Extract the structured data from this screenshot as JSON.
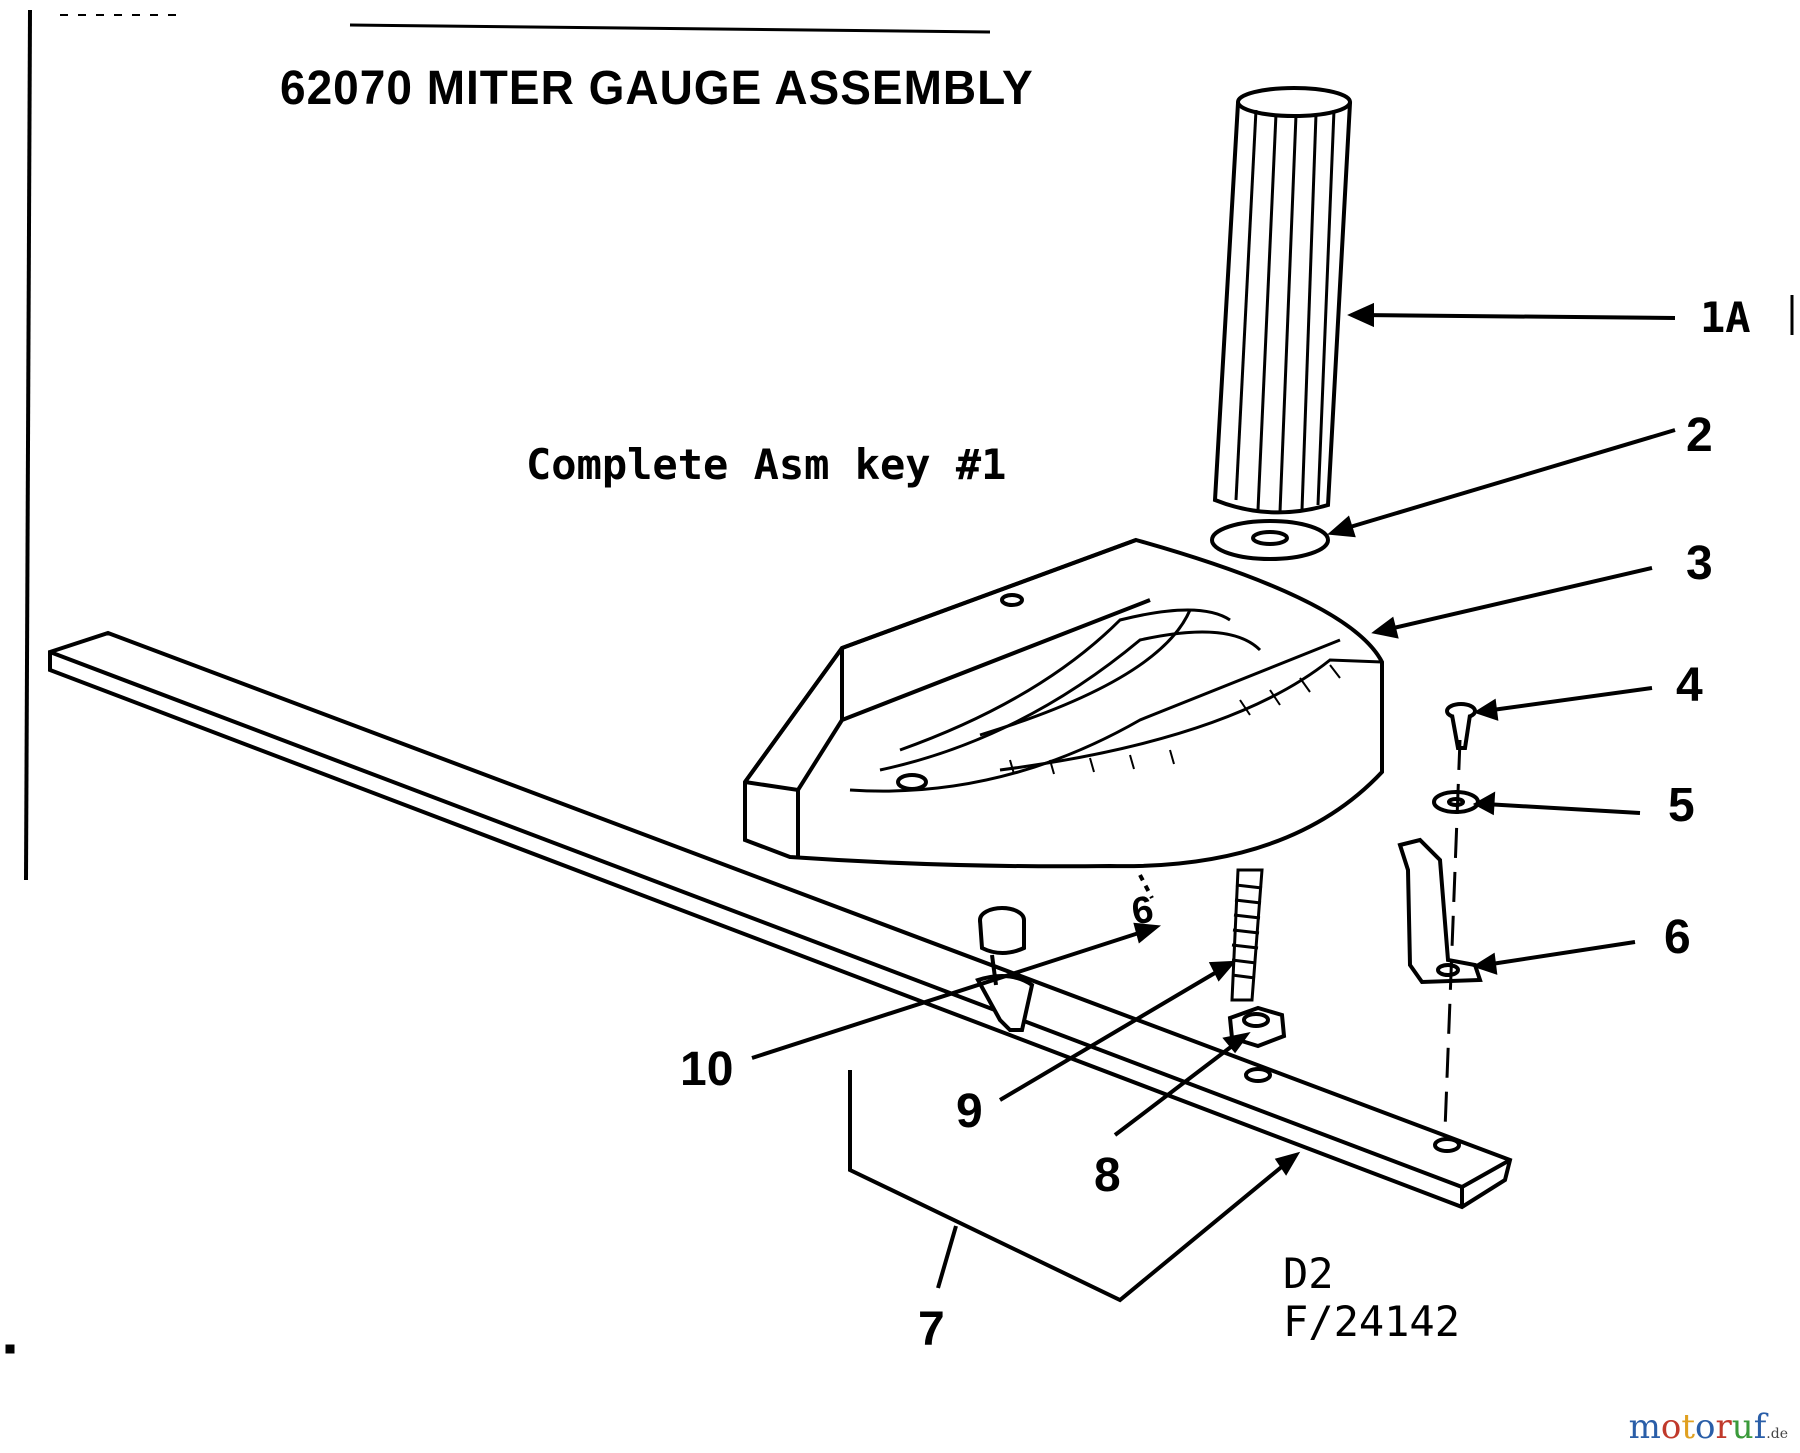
{
  "title": "62070 MITER GAUGE ASSEMBLY",
  "subtitle": "Complete Asm key #1",
  "callouts": [
    "1A",
    "2",
    "3",
    "4",
    "5",
    "6",
    "7",
    "8",
    "9",
    "10",
    "6"
  ],
  "drawing_code": {
    "line1": "D2",
    "line2": "F/24142"
  },
  "watermark": {
    "text": "motoruf",
    "suffix": ".de",
    "colors": [
      "#2a5ea8",
      "#c0392b",
      "#e0a020",
      "#2a5ea8",
      "#c0392b",
      "#3a9a3a",
      "#2a5ea8"
    ]
  }
}
